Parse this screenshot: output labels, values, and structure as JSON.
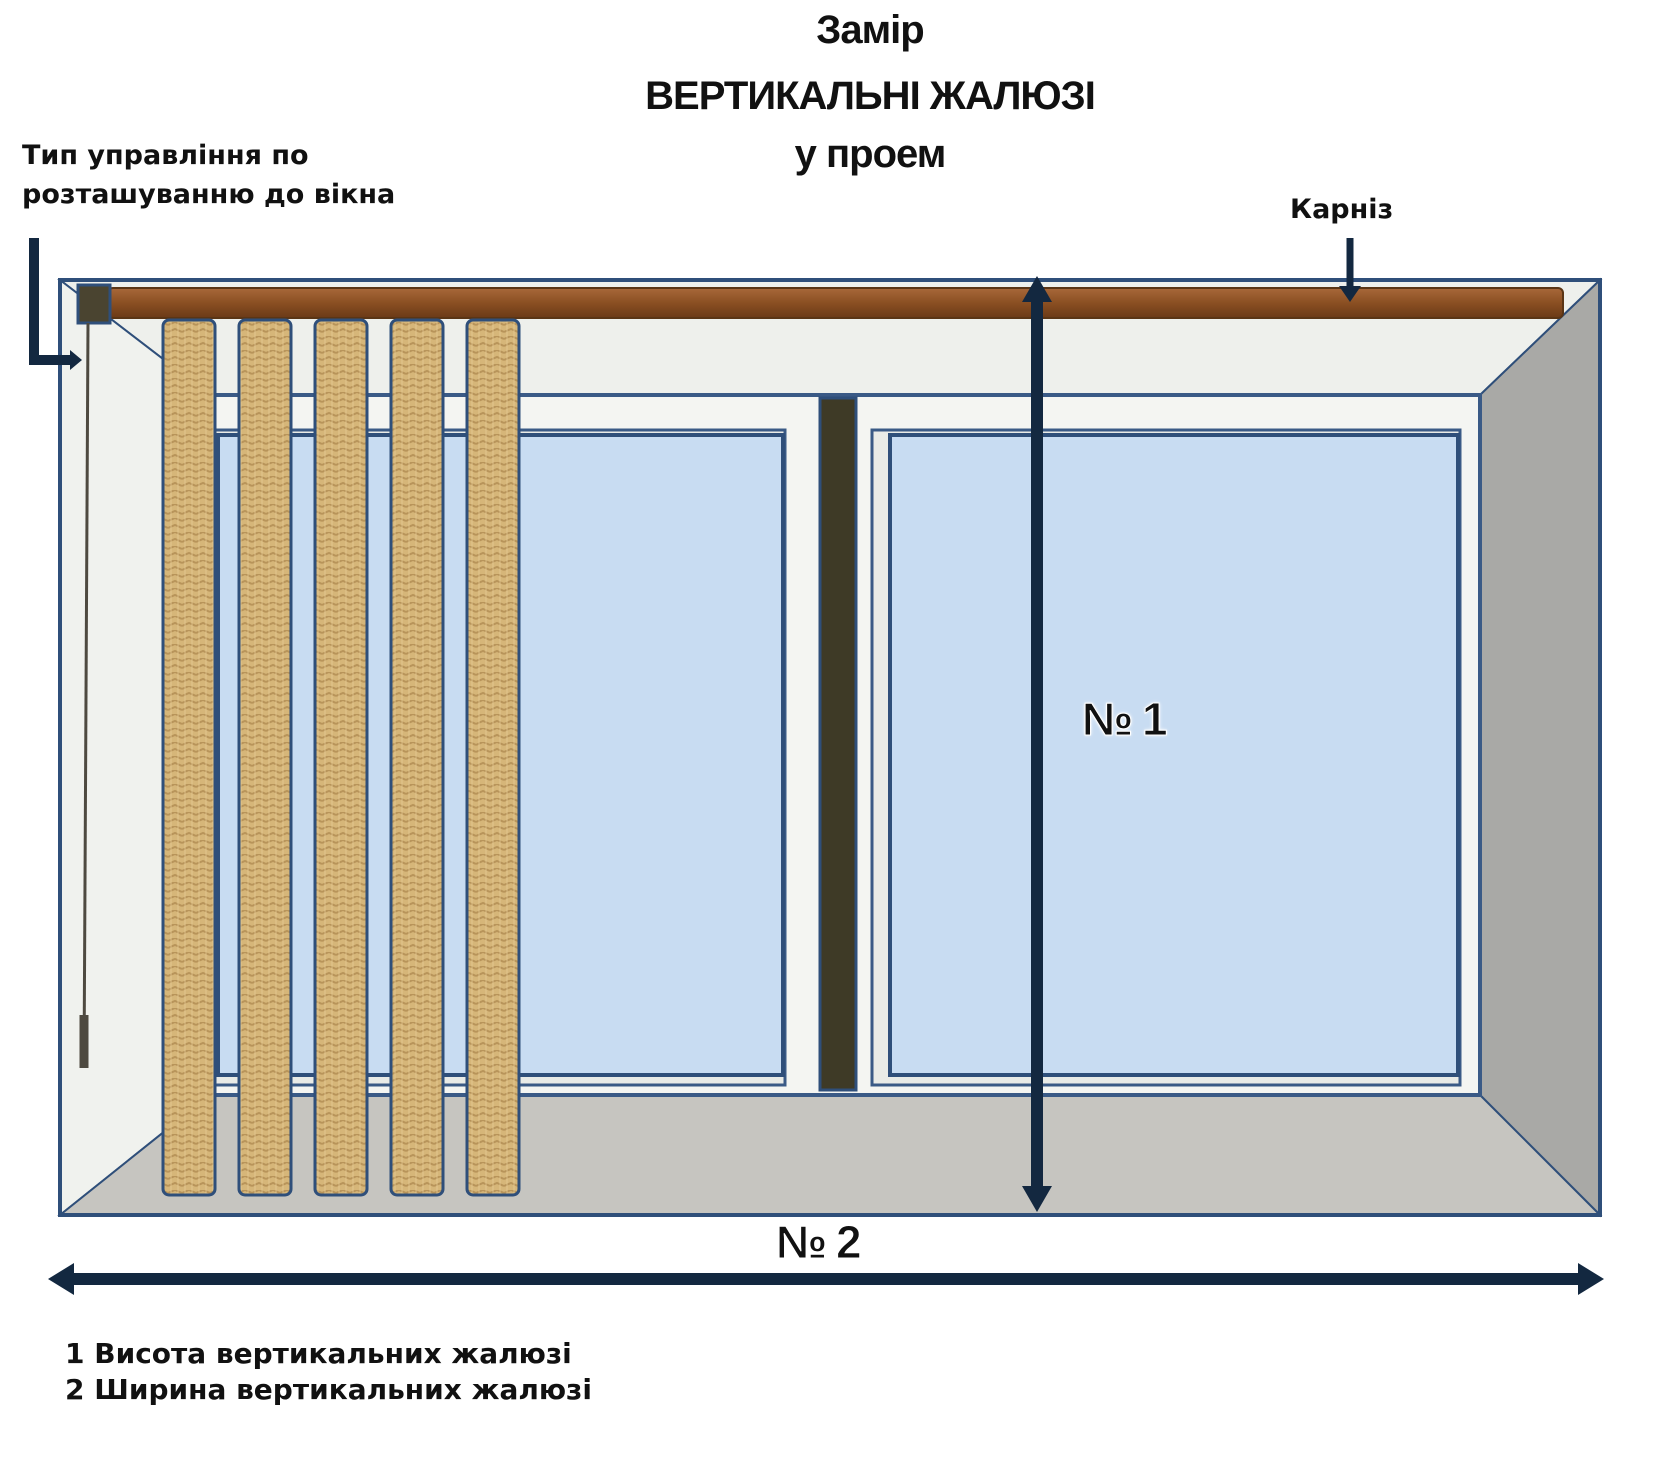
{
  "title": {
    "line1": "Замір",
    "line2": "ВЕРТИКАЛЬНІ ЖАЛЮЗІ",
    "line3": "у проем"
  },
  "labels": {
    "control_line1": "Тип управління по",
    "control_line2": "розташуванню до вікна",
    "rail": "Карніз"
  },
  "dimensions": {
    "height": "№ 1",
    "width": "№ 2"
  },
  "legend": {
    "item1": "1 Висота вертикальних жалюзі",
    "item2": "2 Ширина вертикальних жалюзі"
  },
  "colors": {
    "rail": "#8a4f22",
    "slat": "#d4b47a",
    "glass": "#c8dcf2",
    "frame_outline": "#2f4f7a",
    "arrow": "#132840"
  }
}
